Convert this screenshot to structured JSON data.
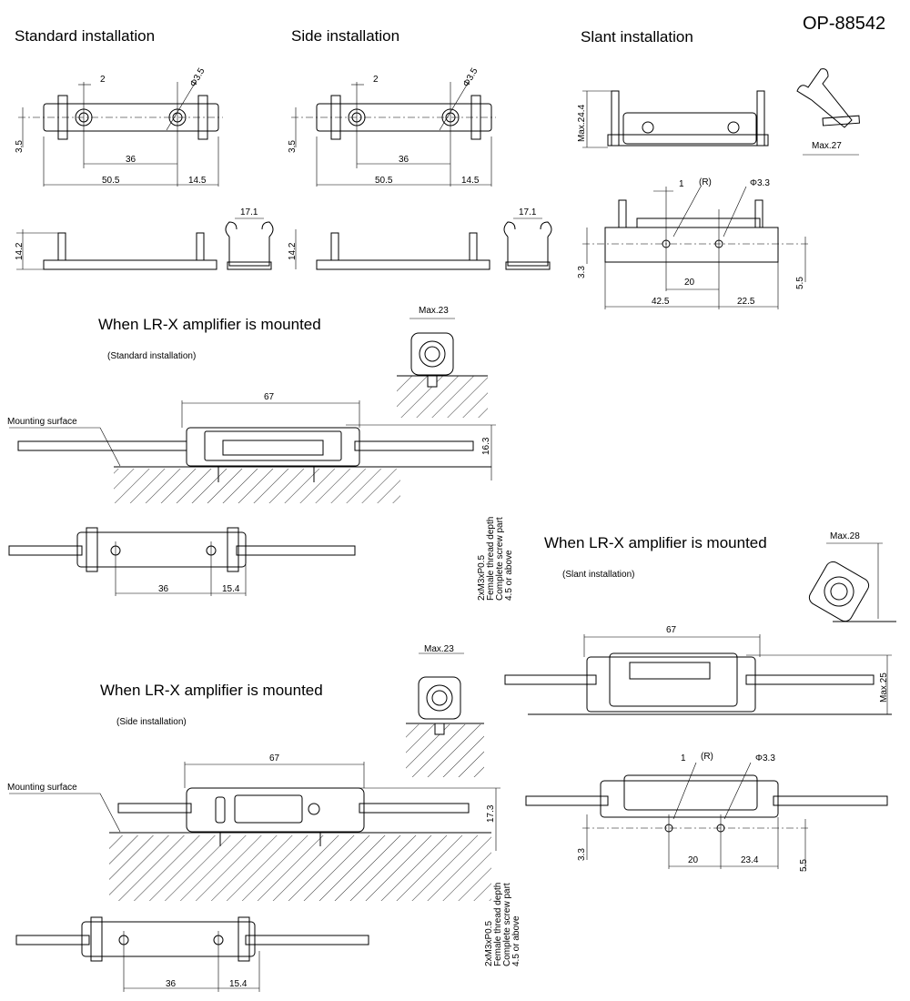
{
  "part_number": "OP-88542",
  "titles": {
    "standard": "Standard installation",
    "side": "Side installation",
    "slant": "Slant installation",
    "amp_standard": "When LR-X amplifier is mounted",
    "amp_standard_sub": "(Standard installation)",
    "amp_slant": "When LR-X amplifier is mounted",
    "amp_slant_sub": "(Slant installation)",
    "amp_side": "When LR-X amplifier is mounted",
    "amp_side_sub": "(Side installation)"
  },
  "labels": {
    "mounting_surface": "Mounting surface",
    "note_line1": "2xM3xP0.5",
    "note_line2": "Female thread depth",
    "note_line3": "Complete screw part",
    "note_line4": "4.5 or above"
  },
  "dims": {
    "std_gap": "2",
    "std_hole": "Φ3.5",
    "std_height": "3.5",
    "std_pitch": "36",
    "std_len": "50.5",
    "std_end": "14.5",
    "std_side_h": "14.2",
    "std_clip_w": "17.1",
    "side_gap": "2",
    "side_hole": "Φ3.5",
    "side_height": "3.5",
    "side_pitch": "36",
    "side_len": "50.5",
    "side_end": "14.5",
    "side_side_h": "14.2",
    "side_clip_w": "17.1",
    "slant_maxh": "Max.24.4",
    "slant_maxw": "Max.27",
    "slant_gap": "1",
    "slant_r": "(R)",
    "slant_hole": "Φ3.3",
    "slant_h1": "3.3",
    "slant_pitch": "20",
    "slant_h2": "5.5",
    "slant_len": "42.5",
    "slant_end": "22.5",
    "amp_std_max": "Max.23",
    "amp_std_len": "67",
    "amp_std_h": "16.3",
    "amp_std_pitch": "36",
    "amp_std_end": "15.4",
    "amp_slant_max": "Max.28",
    "amp_slant_len": "67",
    "amp_slant_h": "Max.25",
    "amp_slant_gap": "1",
    "amp_slant_r": "(R)",
    "amp_slant_hole": "Φ3.3",
    "amp_slant_h1": "3.3",
    "amp_slant_pitch": "20",
    "amp_slant_end": "23.4",
    "amp_slant_h2": "5.5",
    "amp_side_max": "Max.23",
    "amp_side_len": "67",
    "amp_side_h": "17.3",
    "amp_side_pitch": "36",
    "amp_side_end": "15.4"
  }
}
